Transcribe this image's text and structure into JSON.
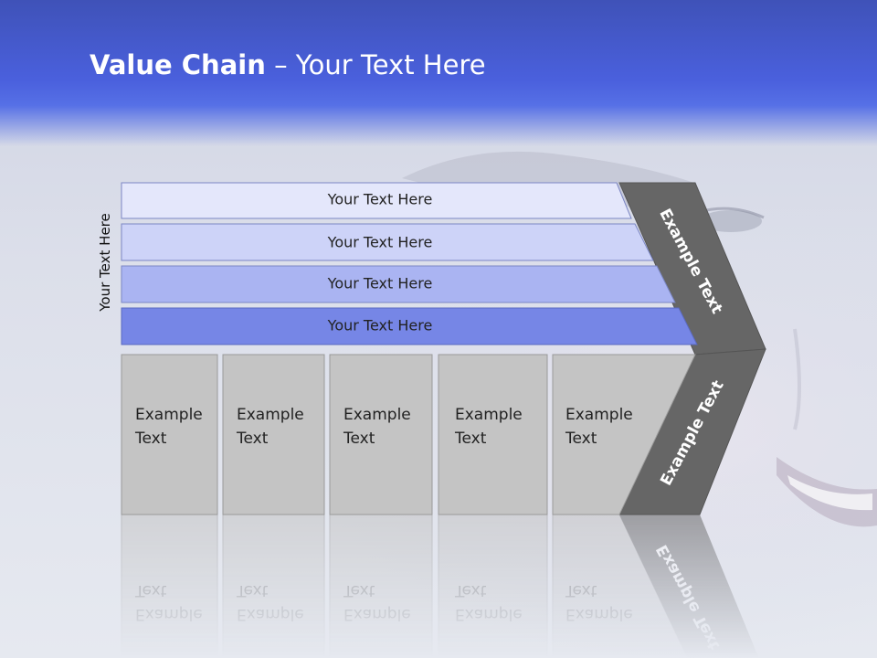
{
  "title": {
    "bold": "Value Chain",
    "rest": " – Your Text Here"
  },
  "side_label": "Your Text Here",
  "bands": [
    {
      "label": "Your Text Here",
      "color": "#e4e7fb"
    },
    {
      "label": "Your Text Here",
      "color": "#cdd3f8"
    },
    {
      "label": "Your Text Here",
      "color": "#aab4f2"
    },
    {
      "label": "Your Text Here",
      "color": "#7686e6"
    }
  ],
  "boxes": [
    {
      "line1": "Example",
      "line2": "Text"
    },
    {
      "line1": "Example",
      "line2": "Text"
    },
    {
      "line1": "Example",
      "line2": "Text"
    },
    {
      "line1": "Example",
      "line2": "Text"
    },
    {
      "line1": "Example",
      "line2": "Text"
    }
  ],
  "chevron": {
    "upper_label": "Example Text",
    "lower_label": "Example Text",
    "color": "#666666"
  },
  "colors": {
    "header": "#4a60dd",
    "box_fill": "#c4c4c4",
    "box_border": "#9a9a9a"
  }
}
